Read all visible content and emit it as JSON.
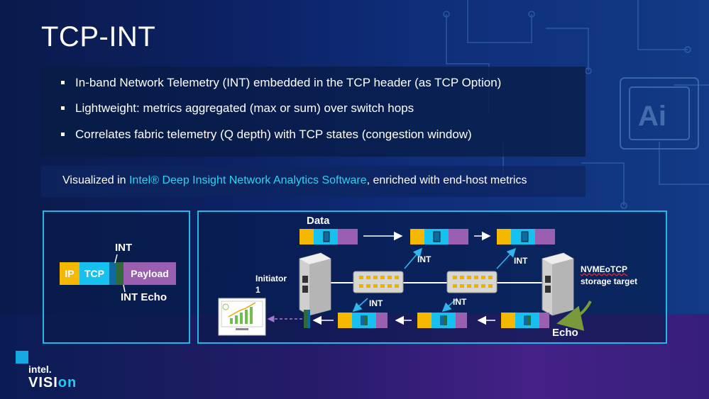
{
  "slide": {
    "title": "TCP-INT",
    "bullets": [
      "In-band Network Telemetry (INT) embedded in the TCP header (as TCP Option)",
      "Lightweight: metrics aggregated (max or sum) over switch hops",
      "Correlates fabric telemetry (Q depth) with TCP states (congestion window)"
    ],
    "visualized": {
      "prefix": "Visualized in ",
      "highlight": "Intel® Deep Insight Network Analytics Software",
      "suffix": ", enriched with end-host metrics"
    }
  },
  "packet_diagram": {
    "segments": {
      "ip": "IP",
      "tcp": "TCP",
      "payload": "Payload"
    },
    "int_label": "INT",
    "int_echo_label": "INT Echo"
  },
  "flow_diagram": {
    "data_label": "Data",
    "int_labels": [
      "INT",
      "INT",
      "INT",
      "INT"
    ],
    "initiator_label": "Initiator\n1",
    "target_label_line1": "NVMEoTCP",
    "target_label_line2": "storage target",
    "echo_label": "Echo"
  },
  "branding": {
    "intel": "intel.",
    "vision_prefix": "VISI",
    "vision_suffix": "on"
  },
  "colors": {
    "accent_cyan": "#2fd3f0",
    "ip_yellow": "#f5b800",
    "tcp_cyan": "#16c0ef",
    "int_green": "#2f6b3a",
    "payload_purple": "#9a5fb0",
    "border": "#22b8e6"
  }
}
